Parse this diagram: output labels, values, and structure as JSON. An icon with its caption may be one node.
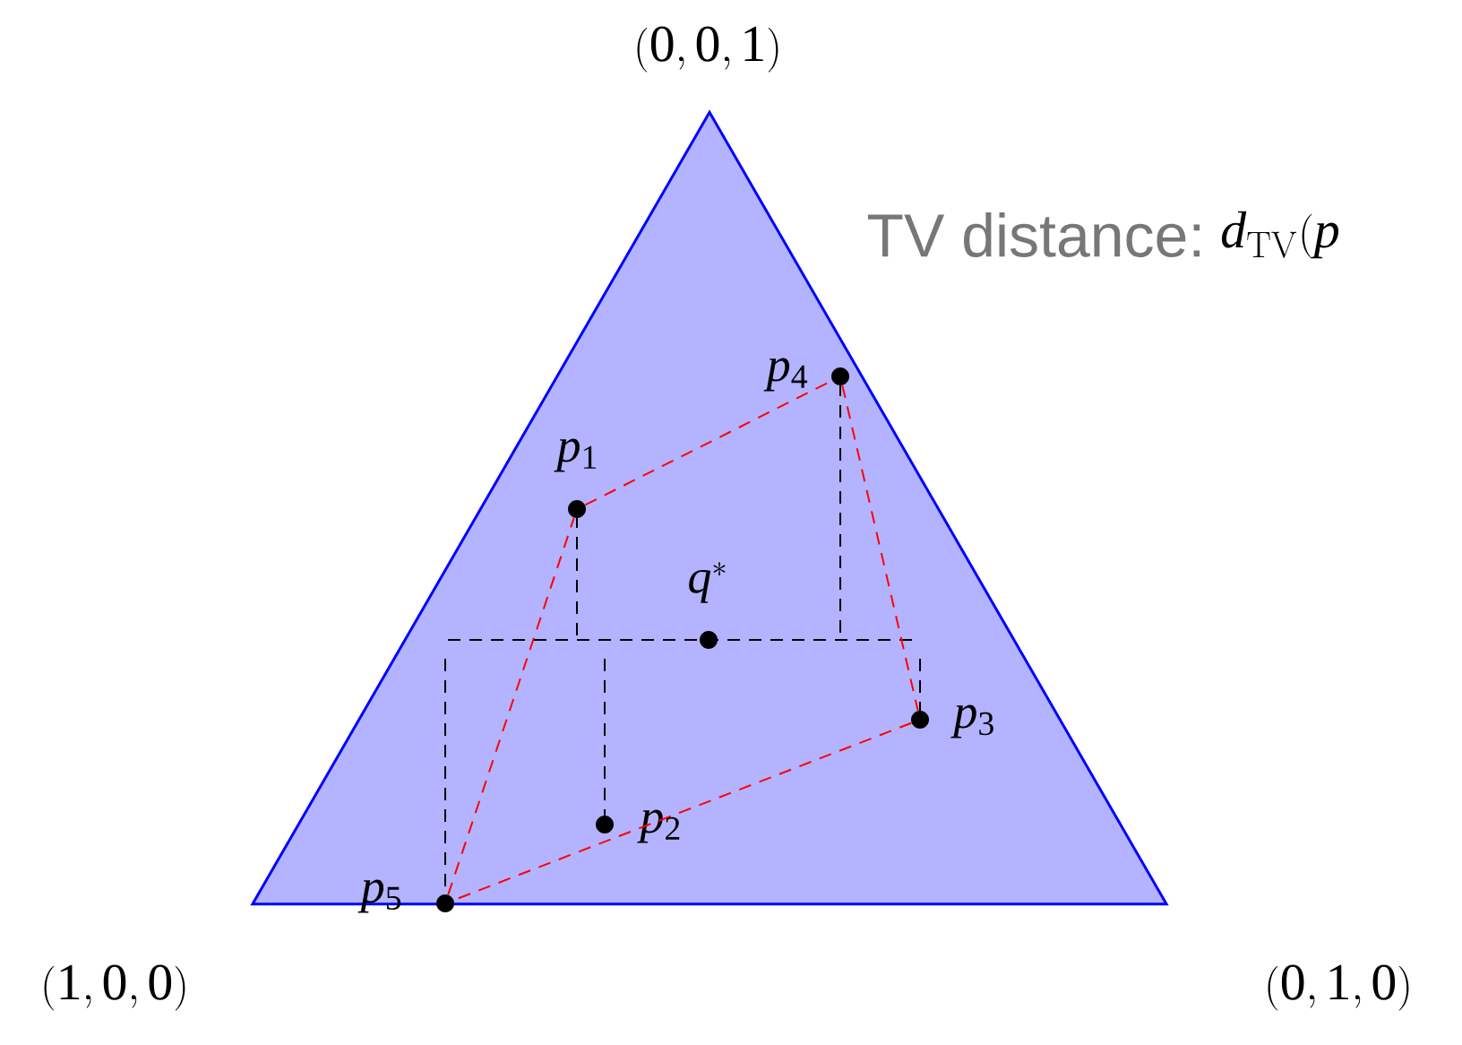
{
  "diagram": {
    "nodes": [
      {
        "text": [],
        "shape": "triangle"
      },
      {
        "text": [
          "p_1"
        ],
        "in": 0
      },
      {
        "text": [
          "p_2"
        ],
        "in": 0
      },
      {
        "text": [
          "p_3"
        ],
        "in": 0
      },
      {
        "text": [
          "p_4"
        ],
        "in": 0
      },
      {
        "text": [
          "p_5"
        ],
        "in": 0
      },
      {
        "text": [
          "q^*"
        ],
        "in": 0
      }
    ],
    "edges": [
      {
        "from": 5,
        "to": 1,
        "arrow": "none",
        "style": "dashed",
        "color": "#ff0000"
      },
      {
        "from": 1,
        "to": 4,
        "arrow": "none",
        "style": "dashed",
        "color": "#ff0000"
      },
      {
        "from": 4,
        "to": 3,
        "arrow": "none",
        "style": "dashed",
        "color": "#ff0000"
      },
      {
        "from": 3,
        "to": 5,
        "arrow": "none",
        "style": "dashed",
        "color": "#ff0000"
      }
    ],
    "labels": [
      "(0,0,1)",
      "TV distance:",
      "d_{\\mathrm{TV}}(p",
      "(1,0,0)",
      "(0,1,0)"
    ]
  }
}
